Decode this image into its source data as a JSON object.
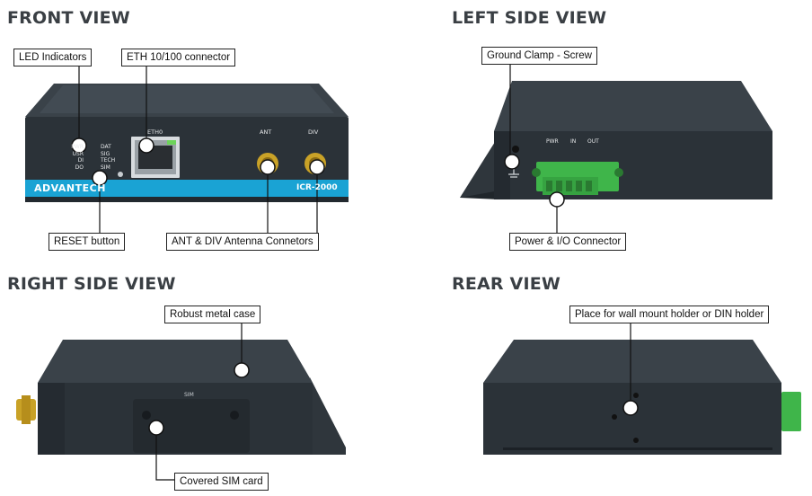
{
  "views": {
    "front": {
      "title": "FRONT VIEW",
      "callouts": {
        "led": "LED Indicators",
        "eth": "ETH 10/100 connector",
        "reset": "RESET button",
        "antenna": "ANT & DIV Antenna Connetors"
      },
      "device": {
        "brand": "ADVANTECH",
        "model": "ICR-2000",
        "port_eth": "ETH0",
        "port_ant": "ANT",
        "port_div": "DIV",
        "led_left": [
          "PWR",
          "USR",
          "DI",
          "DO"
        ],
        "led_right": [
          "DAT",
          "SIG",
          "TECH",
          "SIM"
        ]
      }
    },
    "left": {
      "title": "LEFT SIDE VIEW",
      "callouts": {
        "ground": "Ground Clamp - Screw",
        "power": "Power & I/O Connector"
      },
      "device": {
        "pwr": "PWR",
        "in": "IN",
        "out": "OUT"
      }
    },
    "right": {
      "title": "RIGHT SIDE VIEW",
      "callouts": {
        "case": "Robust metal case",
        "sim": "Covered SIM card"
      },
      "device": {
        "sim": "SIM"
      }
    },
    "rear": {
      "title": "REAR VIEW",
      "callouts": {
        "mount": "Place for wall mount holder or DIN holder"
      }
    }
  },
  "colors": {
    "device_body": "#2b3238",
    "device_top": "#3a4249",
    "accent_band": "#1aa3d4",
    "terminal_green": "#3fb54a",
    "antenna_gold": "#c9a227",
    "title_gray": "#3a3f44"
  }
}
